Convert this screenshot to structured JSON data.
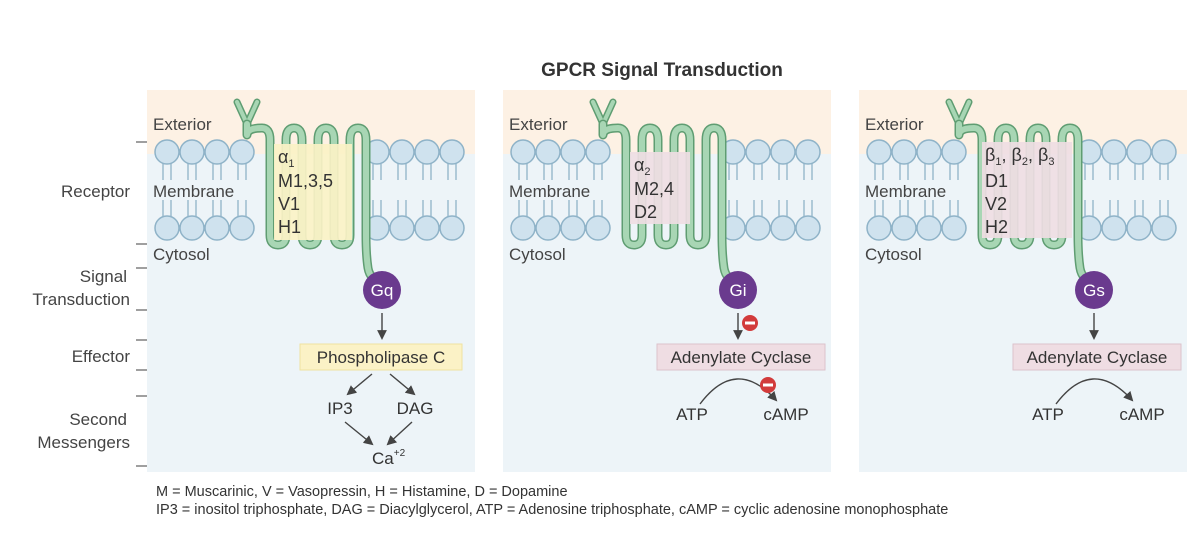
{
  "title": "GPCR Signal Transduction",
  "labels": {
    "exterior": "Exterior",
    "membrane": "Membrane",
    "cytosol": "Cytosol"
  },
  "side_labels": {
    "receptor": "Receptor",
    "signal_line1": "Signal",
    "signal_line2": "Transduction",
    "effector": "Effector",
    "second_line1": "Second",
    "second_line2": "Messengers"
  },
  "panels": [
    {
      "receptors": [
        "M1,3,5",
        "V1",
        "H1"
      ],
      "alpha_sub": "1",
      "g_protein": "Gq",
      "effector": "Phospholipase C",
      "messengers": [
        "IP3",
        "DAG",
        "Ca"
      ],
      "ca_sup": "+2"
    },
    {
      "receptors": [
        "M2,4",
        "D2"
      ],
      "alpha_sub": "2",
      "g_protein": "Gi",
      "effector": "Adenylate Cyclase",
      "messengers": [
        "ATP",
        "cAMP"
      ]
    },
    {
      "receptors": [
        "D1",
        "V2",
        "H2"
      ],
      "beta_subs": [
        "1",
        "2",
        "3"
      ],
      "g_protein": "Gs",
      "effector": "Adenylate Cyclase",
      "messengers": [
        "ATP",
        "cAMP"
      ]
    }
  ],
  "footnotes": [
    "M = Muscarinic, V = Vasopressin, H = Histamine, D = Dopamine",
    "IP3 = inositol triphosphate, DAG = Diacylglycerol, ATP = Adenosine triphosphate, cAMP = cyclic adenosine monophosphate"
  ],
  "colors": {
    "exterior_bg": "#fdf1e4",
    "cytosol_bg": "#edf4f8",
    "lipid_head": "#cfe2ee",
    "lipid_stroke": "#8fb3c8",
    "receptor_fill": "#a8d6b4",
    "receptor_stroke": "#5f9d72",
    "g_protein": "#6a3a8e",
    "yellow_box": "#fbf2c6",
    "pink_box": "#efdde3",
    "inhibit": "#d23b3b"
  }
}
